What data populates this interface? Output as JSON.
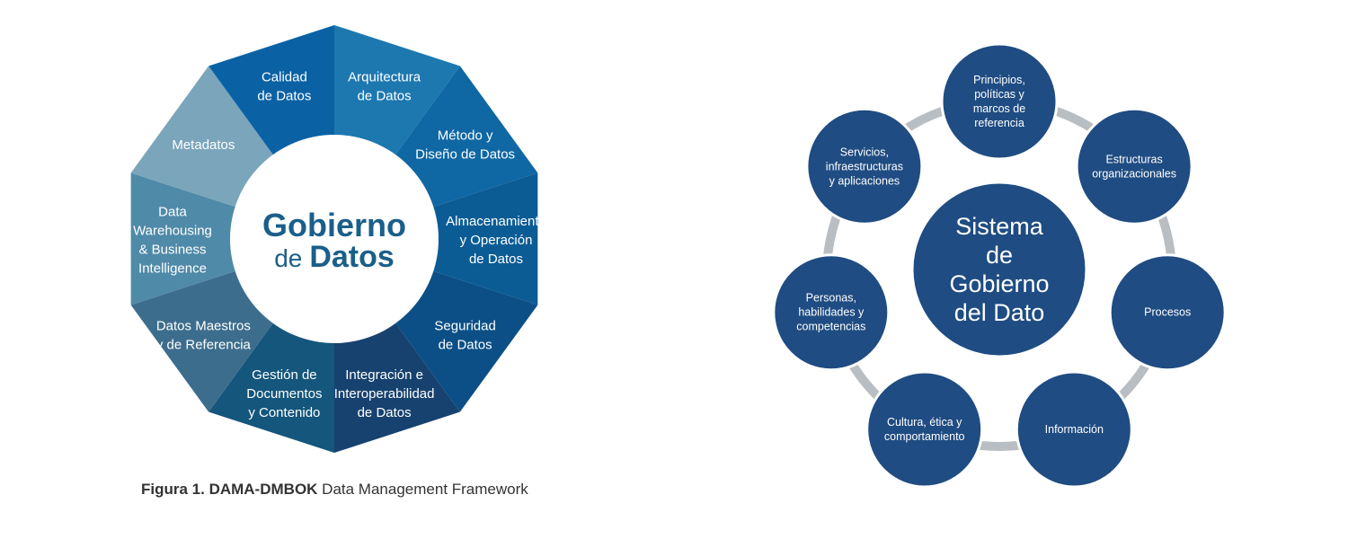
{
  "dama_wheel": {
    "center": {
      "line1": "Gobierno",
      "line2_prefix": "de",
      "line2_main": "Datos"
    },
    "segments": [
      {
        "lines": [
          "Arquitectura",
          "de Datos"
        ],
        "color": "#1d78b0"
      },
      {
        "lines": [
          "Método y",
          "Diseño de Datos"
        ],
        "color": "#0f67a3"
      },
      {
        "lines": [
          "Almacenamiento",
          "y Operación",
          "de Datos"
        ],
        "color": "#0b5c95"
      },
      {
        "lines": [
          "Seguridad",
          "de Datos"
        ],
        "color": "#0b4f86"
      },
      {
        "lines": [
          "Integración e",
          "Interoperabilidad",
          "de Datos"
        ],
        "color": "#17426f"
      },
      {
        "lines": [
          "Gestión de",
          "Documentos",
          "y Contenido"
        ],
        "color": "#14567c"
      },
      {
        "lines": [
          "Datos Maestros",
          "y de Referencia"
        ],
        "color": "#3d6d8d"
      },
      {
        "lines": [
          "Data",
          "Warehousing",
          "& Business",
          "Intelligence"
        ],
        "color": "#4f8aa8"
      },
      {
        "lines": [
          "Metadatos"
        ],
        "color": "#7aa5bb"
      },
      {
        "lines": [
          "Calidad",
          "de Datos"
        ],
        "color": "#0a62a5"
      }
    ],
    "colors": {
      "center_text": "#1a5f8a",
      "center_bg": "#ffffff",
      "segment_text": "#ffffff"
    }
  },
  "caption": {
    "bold": "Figura 1. DAMA-DMBOK",
    "normal": " Data Management Framework"
  },
  "system_diagram": {
    "center": [
      "Sistema",
      "de",
      "Gobierno",
      "del Dato"
    ],
    "nodes": [
      {
        "lines": [
          "Principios,",
          "políticas y",
          "marcos de",
          "referencia"
        ]
      },
      {
        "lines": [
          "Estructuras",
          "organizacionales"
        ]
      },
      {
        "lines": [
          "Procesos"
        ]
      },
      {
        "lines": [
          "Información"
        ]
      },
      {
        "lines": [
          "Cultura, ética y",
          "comportamiento"
        ]
      },
      {
        "lines": [
          "Personas,",
          "habilidades y",
          "competencias"
        ]
      },
      {
        "lines": [
          "Servicios,",
          "infraestructuras",
          "y aplicaciones"
        ]
      }
    ],
    "colors": {
      "node_fill": "#1f4c82",
      "node_stroke": "#ffffff",
      "ring": "#b9bec3",
      "text": "#ffffff"
    }
  }
}
